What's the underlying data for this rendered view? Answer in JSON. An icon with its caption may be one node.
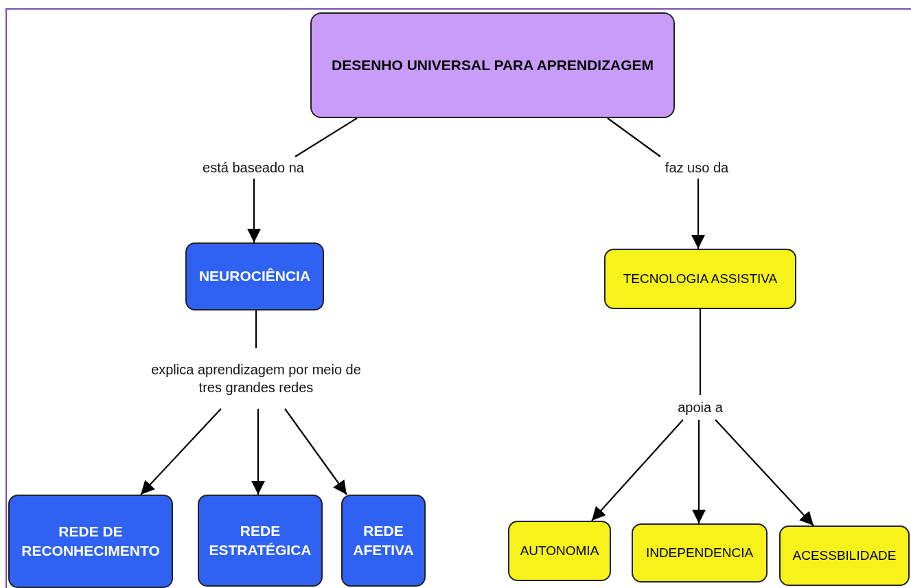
{
  "diagram": {
    "nodes": [
      {
        "text": [
          "DESENHO UNIVERSAL PARA APRENDIZAGEM"
        ]
      },
      {
        "text": [
          "está baseado na"
        ]
      },
      {
        "text": [
          "faz uso da"
        ]
      },
      {
        "text": [
          "NEUROCIÊNCIA"
        ]
      },
      {
        "text": [
          "TECNOLOGIA ASSISTIVA"
        ]
      },
      {
        "text": [
          "explica aprendizagem por meio de tres grandes redes"
        ]
      },
      {
        "text": [
          "apoia a"
        ]
      },
      {
        "text": [
          "REDE DE RECONHECIMENTO"
        ]
      },
      {
        "text": [
          "REDE ESTRATÉGICA"
        ]
      },
      {
        "text": [
          "REDE AFETIVA"
        ]
      },
      {
        "text": [
          "AUTONOMIA"
        ]
      },
      {
        "text": [
          "INDEPENDENCIA"
        ]
      },
      {
        "text": [
          "ACESSBILIDADE"
        ]
      }
    ],
    "edges": [
      {
        "from": 0,
        "to": 1,
        "arrow": "none"
      },
      {
        "from": 1,
        "to": 3,
        "arrow": "to"
      },
      {
        "from": 0,
        "to": 2,
        "arrow": "none"
      },
      {
        "from": 2,
        "to": 4,
        "arrow": "to"
      },
      {
        "from": 3,
        "to": 5,
        "arrow": "none"
      },
      {
        "from": 5,
        "to": 7,
        "arrow": "to"
      },
      {
        "from": 5,
        "to": 8,
        "arrow": "to"
      },
      {
        "from": 5,
        "to": 9,
        "arrow": "to"
      },
      {
        "from": 4,
        "to": 6,
        "arrow": "none"
      },
      {
        "from": 6,
        "to": 10,
        "arrow": "to"
      },
      {
        "from": 6,
        "to": 11,
        "arrow": "to"
      },
      {
        "from": 6,
        "to": 12,
        "arrow": "to"
      }
    ]
  }
}
